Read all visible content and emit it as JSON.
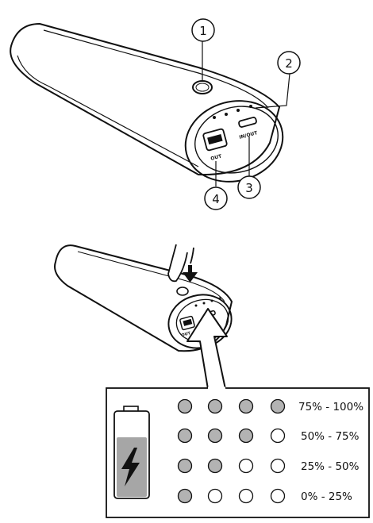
{
  "callouts": [
    {
      "number": "1",
      "part": "power-button"
    },
    {
      "number": "2",
      "part": "led-indicators"
    },
    {
      "number": "3",
      "part": "micro-usb-port"
    },
    {
      "number": "4",
      "part": "usb-a-port"
    }
  ],
  "port_labels": {
    "out": "OUT",
    "in_out": "IN/OUT",
    "small_out": "OUT"
  },
  "battery_levels": [
    {
      "label": "75% - 100%",
      "lit": 4
    },
    {
      "label": "50% - 75%",
      "lit": 3
    },
    {
      "label": "25% - 50%",
      "lit": 2
    },
    {
      "label": "0% - 25%",
      "lit": 1
    }
  ],
  "colors": {
    "stroke": "#111111",
    "led_on": "#b3b3b3",
    "led_off": "#ffffff",
    "battery_fill": "#a6a6a6",
    "background": "#ffffff"
  },
  "icons": {
    "battery": "battery-charging-icon",
    "press": "finger-press-icon",
    "arrow": "down-arrow-icon"
  }
}
